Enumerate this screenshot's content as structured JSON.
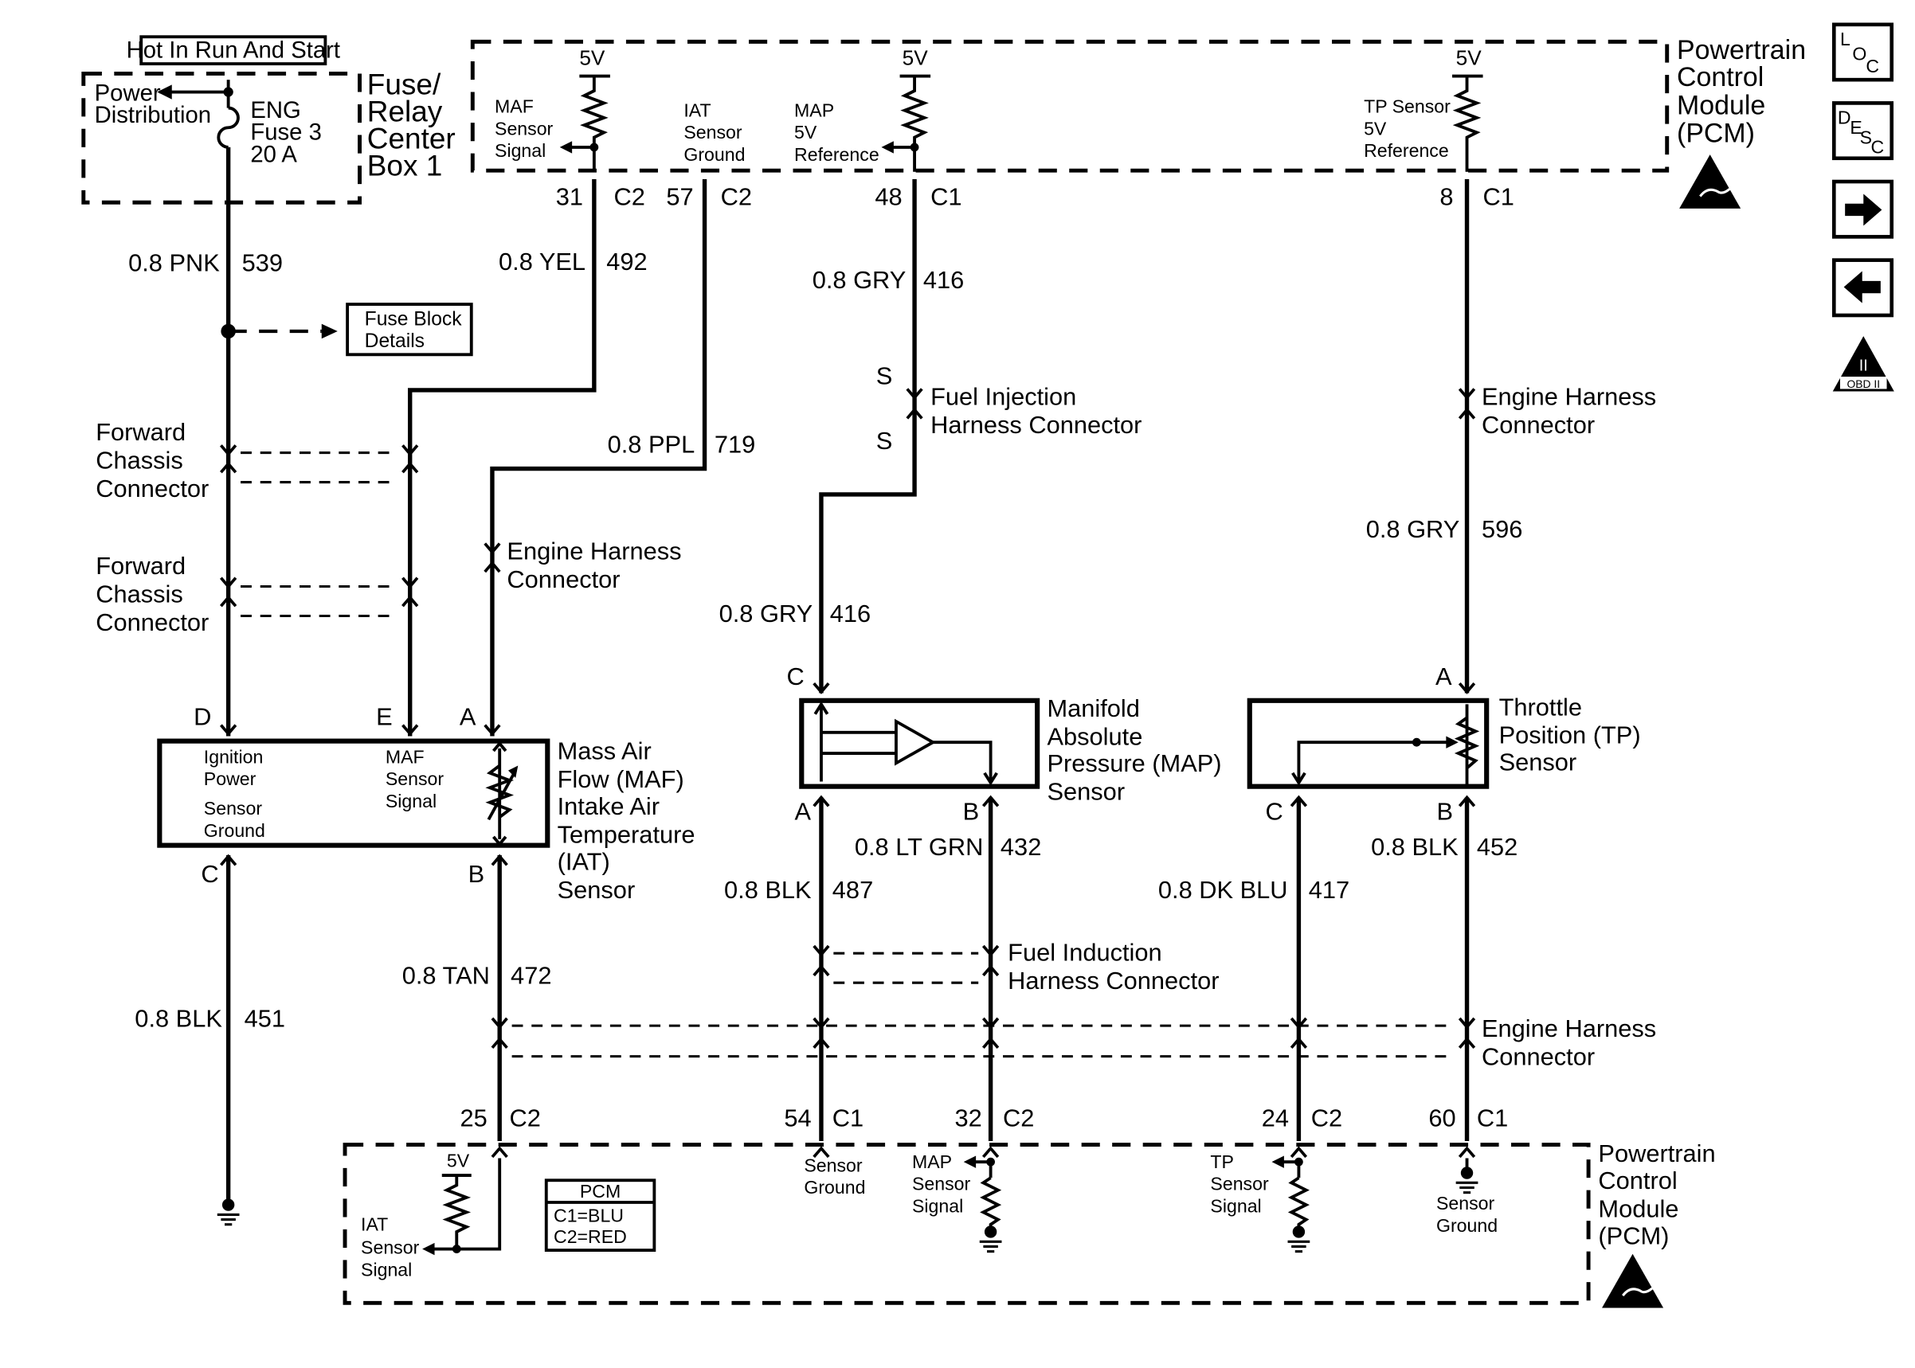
{
  "fuse_relay": {
    "hot_label": "Hot In Run And Start",
    "power_distribution": [
      "Power",
      "Distribution"
    ],
    "fuse": [
      "ENG",
      "Fuse 3",
      "20 A"
    ],
    "title": [
      "Fuse/",
      "Relay",
      "Center",
      "Box 1"
    ]
  },
  "pcm_top": {
    "title": [
      "Powertrain",
      "Control",
      "Module",
      "(PCM)"
    ],
    "v5": "5V",
    "maf_signal": [
      "MAF",
      "Sensor",
      "Signal"
    ],
    "iat_ground": [
      "IAT",
      "Sensor",
      "Ground"
    ],
    "map_ref": [
      "MAP",
      "5V",
      "Reference"
    ],
    "tp_ref": [
      "TP Sensor",
      "5V",
      "Reference"
    ],
    "pins": {
      "p31": "31",
      "c2a": "C2",
      "p57": "57",
      "c2b": "C2",
      "p48": "48",
      "c1a": "C1",
      "p8": "8",
      "c1b": "C1"
    }
  },
  "wires": {
    "pnk": [
      "0.8 PNK",
      "539"
    ],
    "yel": [
      "0.8 YEL",
      "492"
    ],
    "ppl": [
      "0.8 PPL",
      "719"
    ],
    "gry416a": [
      "0.8 GRY",
      "416"
    ],
    "gry416b": [
      "0.8 GRY",
      "416"
    ],
    "gry596": [
      "0.8 GRY",
      "596"
    ],
    "blk451": [
      "0.8 BLK",
      "451"
    ],
    "tan": [
      "0.8 TAN",
      "472"
    ],
    "blk487": [
      "0.8 BLK",
      "487"
    ],
    "ltgrn": [
      "0.8 LT GRN",
      "432"
    ],
    "dkblu": [
      "0.8 DK BLU",
      "417"
    ],
    "blk452": [
      "0.8 BLK",
      "452"
    ]
  },
  "fuse_block_details": [
    "Fuse Block",
    "Details"
  ],
  "connectors": {
    "forward_chassis_1": [
      "Forward",
      "Chassis",
      "Connector"
    ],
    "forward_chassis_2": [
      "Forward",
      "Chassis",
      "Connector"
    ],
    "engine_harness_maf": [
      "Engine Harness",
      "Connector"
    ],
    "fuel_injection": [
      "Fuel Injection",
      "Harness Connector"
    ],
    "fuel_injection_s": "S",
    "engine_harness_tp": [
      "Engine Harness",
      "Connector"
    ],
    "fuel_induction": [
      "Fuel Induction",
      "Harness Connector"
    ],
    "engine_harness_bottom": [
      "Engine Harness",
      "Connector"
    ]
  },
  "maf_sensor": {
    "title": [
      "Mass Air",
      "Flow (MAF)",
      "Intake Air",
      "Temperature",
      "(IAT)",
      "Sensor"
    ],
    "ignition": [
      "Ignition",
      "Power"
    ],
    "ground": [
      "Sensor",
      "Ground"
    ],
    "signal": [
      "MAF",
      "Sensor",
      "Signal"
    ],
    "pins": {
      "D": "D",
      "E": "E",
      "A": "A",
      "C": "C",
      "B": "B"
    }
  },
  "map_sensor": {
    "title": [
      "Manifold",
      "Absolute",
      "Pressure (MAP)",
      "Sensor"
    ],
    "pins": {
      "C": "C",
      "A": "A",
      "B": "B"
    }
  },
  "tp_sensor": {
    "title": [
      "Throttle",
      "Position (TP)",
      "Sensor"
    ],
    "pins": {
      "A": "A",
      "C": "C",
      "B": "B"
    }
  },
  "pcm_bottom": {
    "title": [
      "Powertrain",
      "Control",
      "Module",
      "(PCM)"
    ],
    "v5": "5V",
    "iat_signal": [
      "IAT",
      "Sensor",
      "Signal"
    ],
    "legend_title": "PCM",
    "legend": [
      "C1=BLU",
      "C2=RED"
    ],
    "sensor_ground_a": [
      "Sensor",
      "Ground"
    ],
    "map_signal": [
      "MAP",
      "Sensor",
      "Signal"
    ],
    "tp_signal": [
      "TP",
      "Sensor",
      "Signal"
    ],
    "sensor_ground_b": [
      "Sensor",
      "Ground"
    ],
    "pins": {
      "p25": "25",
      "c2a": "C2",
      "p54": "54",
      "c1a": "C1",
      "p32": "32",
      "c2b": "C2",
      "p24": "24",
      "c2c": "C2",
      "p60": "60",
      "c1b": "C1"
    }
  },
  "nav": {
    "loc": [
      "L",
      "O",
      "C"
    ],
    "desc": [
      "D",
      "E",
      "S",
      "C"
    ],
    "obd": [
      "II",
      "OBD II"
    ]
  }
}
